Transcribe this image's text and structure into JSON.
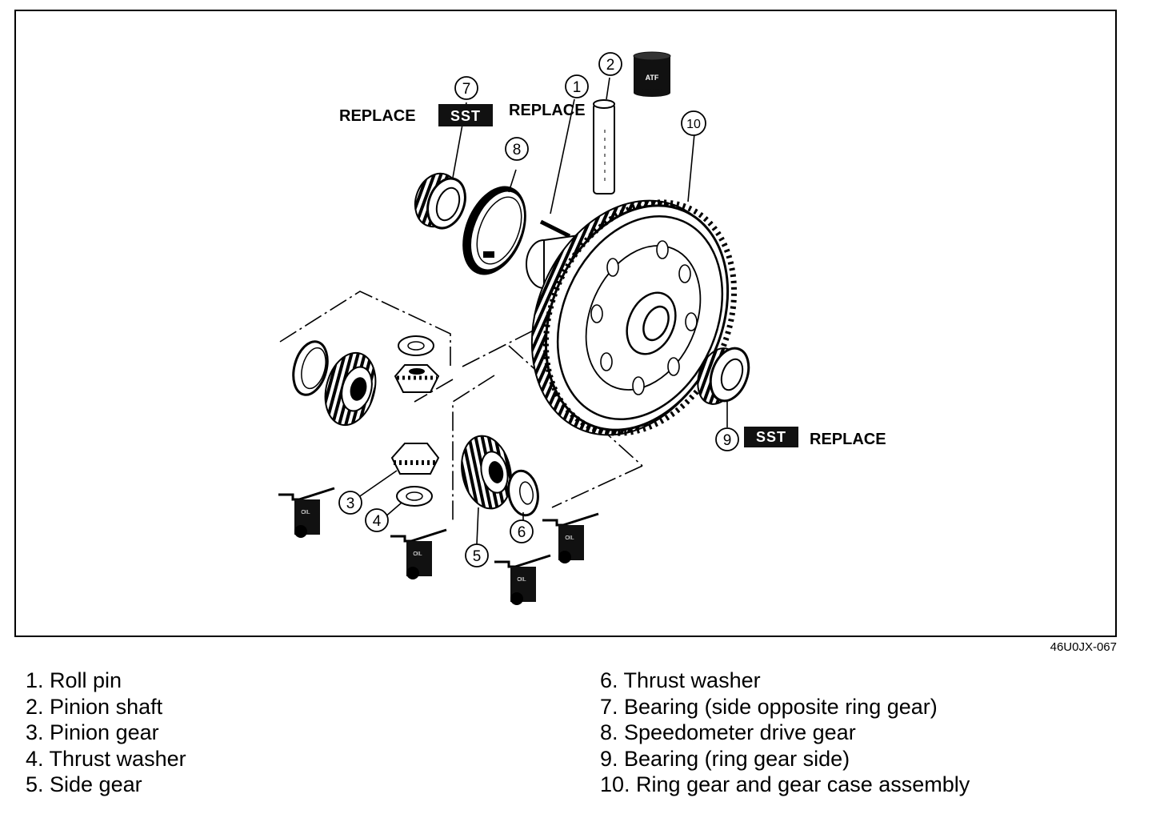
{
  "figure_id": "46U0JX-067",
  "callouts": {
    "c1": "1",
    "c2": "2",
    "c3": "3",
    "c4": "4",
    "c5": "5",
    "c6": "6",
    "c7": "7",
    "c8": "8",
    "c9": "9",
    "c10": "10"
  },
  "notes": {
    "replace_7": "REPLACE",
    "sst_7": "SST",
    "replace_1": "REPLACE",
    "sst_9": "SST",
    "replace_9": "REPLACE",
    "atf": "ATF",
    "oil_labels": [
      "OIL",
      "OIL",
      "OIL",
      "OIL"
    ]
  },
  "legend": {
    "left": [
      "1. Roll pin",
      "2. Pinion shaft",
      "3. Pinion gear",
      "4. Thrust washer",
      "5. Side gear"
    ],
    "right": [
      "6. Thrust washer",
      "7. Bearing (side opposite ring gear)",
      "8. Speedometer drive gear",
      "9. Bearing (ring gear side)",
      "10. Ring gear and gear case assembly"
    ]
  }
}
